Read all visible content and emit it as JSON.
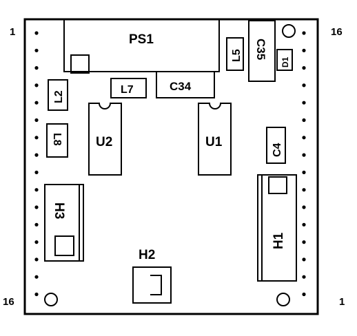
{
  "pin_labels": {
    "top_left": "1",
    "top_right": "16",
    "bottom_left": "16",
    "bottom_right": "1"
  },
  "components": {
    "ps1": "PS1",
    "l5": "L5",
    "c35": "C35",
    "d1": "D1",
    "l2": "L2",
    "l7": "L7",
    "c34": "C34",
    "u2": "U2",
    "u1": "U1",
    "l8": "L8",
    "c4": "C4",
    "h3": "H3",
    "h1": "H1",
    "h2": "H2"
  }
}
